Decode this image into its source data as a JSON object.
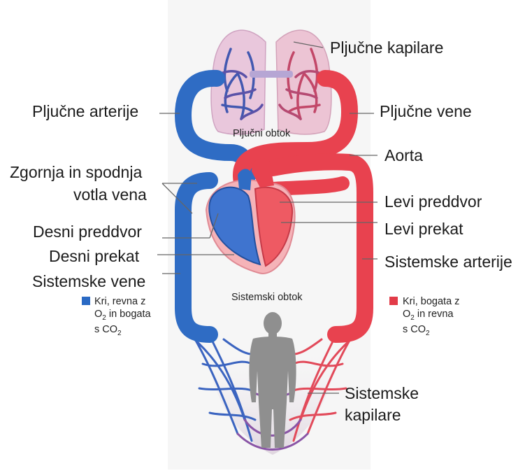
{
  "labels": {
    "pulmonary_capillaries": "Pljučne kapilare",
    "pulmonary_arteries": "Pljučne arterije",
    "pulmonary_veins": "Pljučne vene",
    "pulmonary_circuit": "Pljučni obtok",
    "aorta": "Aorta",
    "vena_cava_line1": "Zgornja in spodnja",
    "vena_cava_line2": "votla vena",
    "left_atrium": "Levi preddvor",
    "right_atrium": "Desni preddvor",
    "left_ventricle": "Levi prekat",
    "right_ventricle": "Desni prekat",
    "systemic_arteries": "Sistemske arterije",
    "systemic_veins": "Sistemske vene",
    "systemic_circuit": "Sistemski obtok",
    "systemic_capillaries_line1": "Sistemske",
    "systemic_capillaries_line2": "kapilare"
  },
  "legend": {
    "blue": {
      "color": "#2a6ac4",
      "line1": "Kri, revna z",
      "line2_pre": "O",
      "line2_sub": "2",
      "line2_post": " in bogata",
      "line3_pre": "s CO",
      "line3_sub": "2"
    },
    "red": {
      "color": "#e23b48",
      "line1": "Kri, bogata z",
      "line2_pre": "O",
      "line2_sub": "2",
      "line2_post": " in revna",
      "line3_pre": "s CO",
      "line3_sub": "2"
    }
  },
  "colors": {
    "deoxygenated": "#2f6cc4",
    "oxygenated": "#e8424f",
    "lung_tissue": "#e7c2d8",
    "silhouette": "#8f8f8f"
  }
}
